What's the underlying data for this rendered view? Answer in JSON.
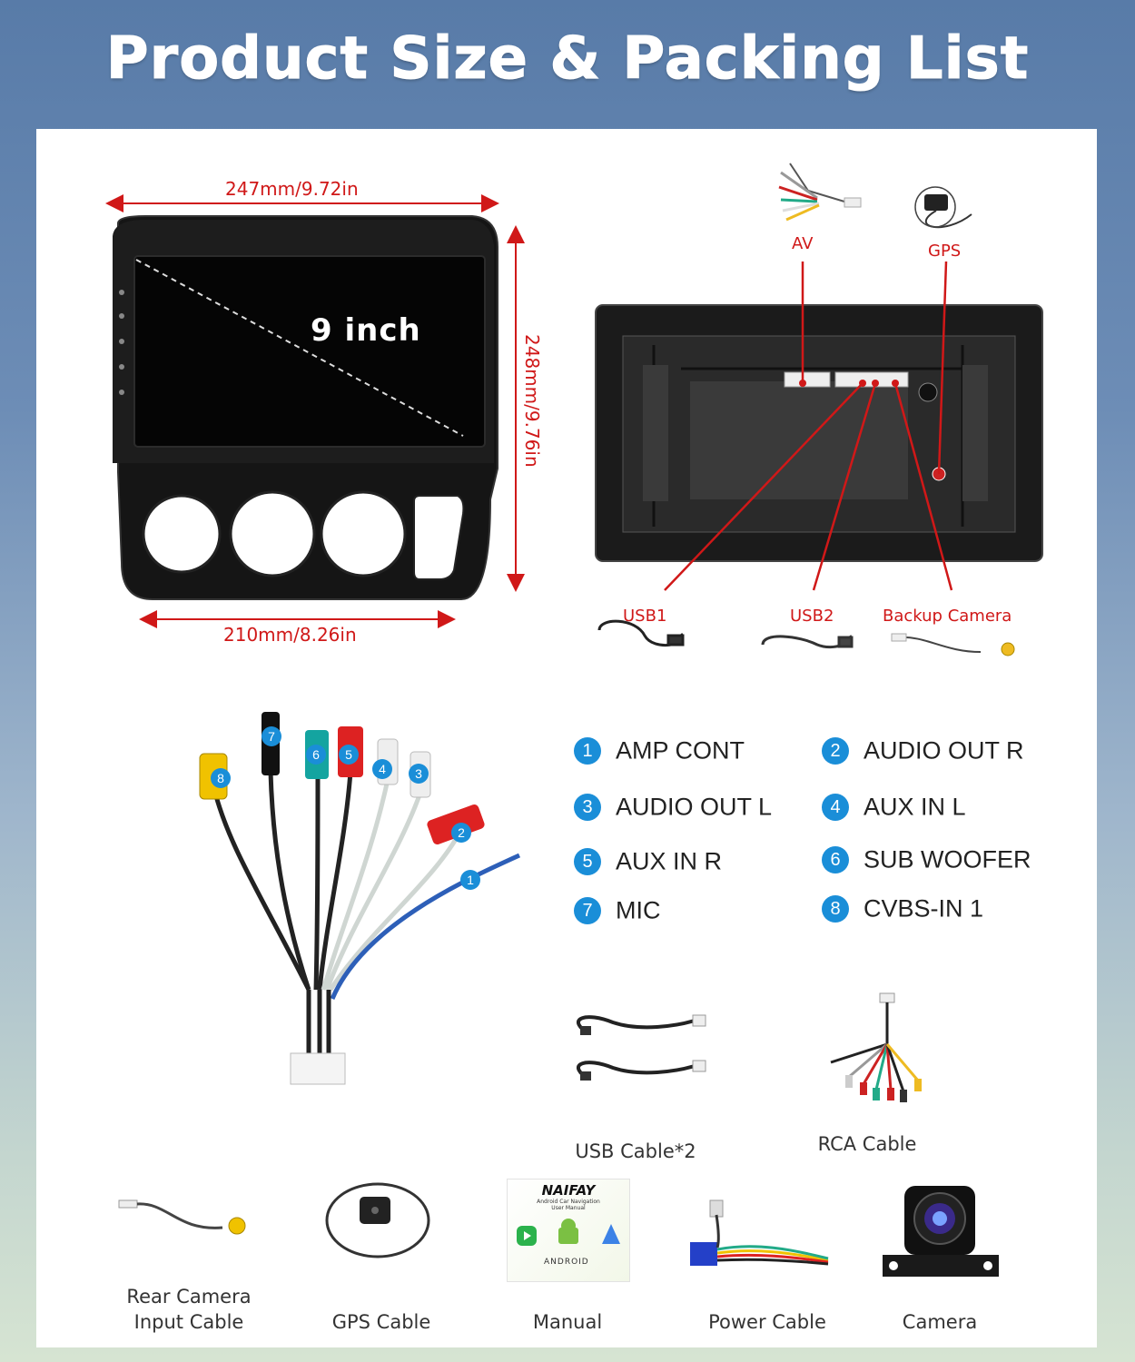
{
  "title": "Product Size & Packing List",
  "dimensions": {
    "top_width": "247mm/9.72in",
    "bottom_width": "210mm/8.26in",
    "height": "248mm/9.76in",
    "screen_size": "9 inch"
  },
  "rear_ports": {
    "av": "AV",
    "gps": "GPS",
    "usb1": "USB1",
    "usb2": "USB2",
    "backup_camera": "Backup Camera"
  },
  "rca_legend": [
    {
      "num": "1",
      "label": "AMP CONT"
    },
    {
      "num": "2",
      "label": "AUDIO OUT R"
    },
    {
      "num": "3",
      "label": "AUDIO OUT L"
    },
    {
      "num": "4",
      "label": "AUX IN L"
    },
    {
      "num": "5",
      "label": "AUX IN R"
    },
    {
      "num": "6",
      "label": "SUB WOOFER"
    },
    {
      "num": "7",
      "label": "MIC"
    },
    {
      "num": "8",
      "label": "CVBS-IN 1"
    }
  ],
  "packing_list": {
    "usb_cable": "USB Cable*2",
    "rca_cable": "RCA Cable",
    "rear_camera_line1": "Rear Camera",
    "rear_camera_line2": "Input Cable",
    "gps_cable": "GPS Cable",
    "manual": "Manual",
    "power_cable": "Power Cable",
    "camera": "Camera"
  },
  "manual_cover": {
    "brand": "NAIFAY",
    "line1": "Android Car Navigation",
    "line2": "User Manual",
    "android": "ANDROID"
  },
  "colors": {
    "accent_red": "#d01818",
    "badge_blue": "#1a8ed8"
  }
}
